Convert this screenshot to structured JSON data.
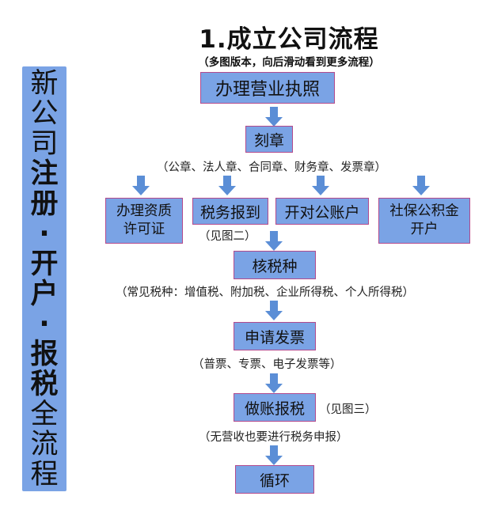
{
  "banner": {
    "chars": [
      "新",
      "公",
      "司",
      "注",
      "册",
      "·",
      "开",
      "户",
      "·",
      "报",
      "税",
      "全",
      "流",
      "程"
    ]
  },
  "title": "1.成立公司流程",
  "subtitle": "（多图版本，向后滑动看到更多流程）",
  "boxes": {
    "license": "办理营业执照",
    "seal": "刻章",
    "qualification": "办理资质\n许可证",
    "tax_register": "税务报到",
    "bank_account": "开对公账户",
    "social_security": "社保公积金\n开户",
    "tax_type": "核税种",
    "invoice": "申请发票",
    "bookkeeping": "做账报税",
    "cycle": "循环"
  },
  "notes": {
    "seal_types": "（公章、法人章、合同章、财务章、发票章）",
    "see_fig2": "（见图二）",
    "tax_types": "（常见税种：增值税、附加税、企业所得税、个人所得税）",
    "invoice_types": "（普票、专票、电子发票等）",
    "see_fig3": "（见图三）",
    "no_revenue": "（无营收也要进行税务申报）"
  },
  "colors": {
    "box_fill": "#7aa3e5",
    "box_border": "#b24a8c",
    "arrow": "#5b8ed6"
  }
}
